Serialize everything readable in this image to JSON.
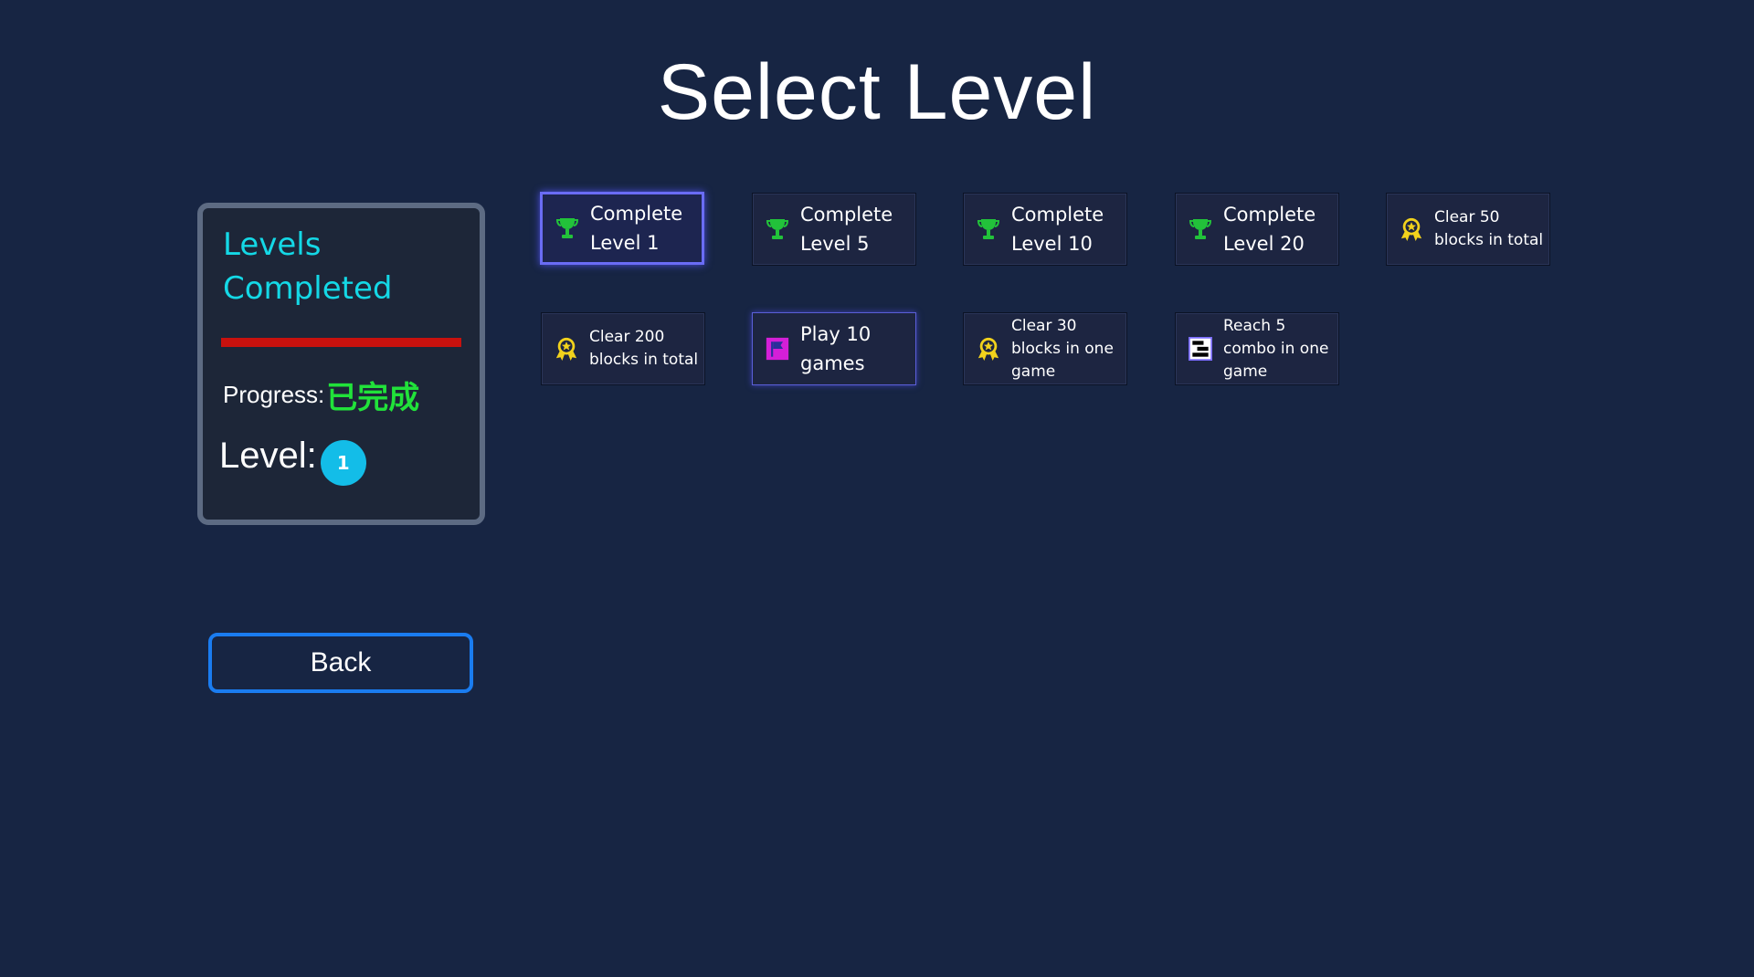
{
  "title": "Select Level",
  "panel": {
    "title": "Levels Completed",
    "progress_fraction": 1.0,
    "progress_label": "Progress:",
    "progress_value": "已完成",
    "level_label": "Level:",
    "level_value": "1"
  },
  "back_label": "Back",
  "achievements": [
    {
      "label": "Complete Level 1",
      "icon": "trophy-icon",
      "state": "selected"
    },
    {
      "label": "Complete Level 5",
      "icon": "trophy-icon",
      "state": "normal"
    },
    {
      "label": "Complete Level 10",
      "icon": "trophy-icon",
      "state": "normal"
    },
    {
      "label": "Complete Level 20",
      "icon": "trophy-icon",
      "state": "normal"
    },
    {
      "label": "Clear 50 blocks in total",
      "icon": "medal-icon",
      "state": "normal"
    },
    {
      "label": "Clear 200 blocks in total",
      "icon": "medal-icon",
      "state": "normal"
    },
    {
      "label": "Play 10 games",
      "icon": "flag-icon",
      "state": "highlight"
    },
    {
      "label": "Clear 30 blocks in one game",
      "icon": "medal-icon",
      "state": "normal"
    },
    {
      "label": "Reach 5 combo in one game",
      "icon": "combo-icon",
      "state": "normal"
    }
  ],
  "colors": {
    "background": "#172543",
    "panel_title": "#14d8e6",
    "progress_bar": "#c8110e",
    "progress_value": "#21e23a",
    "level_badge": "#13bde8",
    "back_border": "#1a7cf0",
    "selected_border": "#6a6cf5",
    "trophy": "#22c23a",
    "medal": "#f2d21c",
    "flag": "#d41fd8"
  }
}
